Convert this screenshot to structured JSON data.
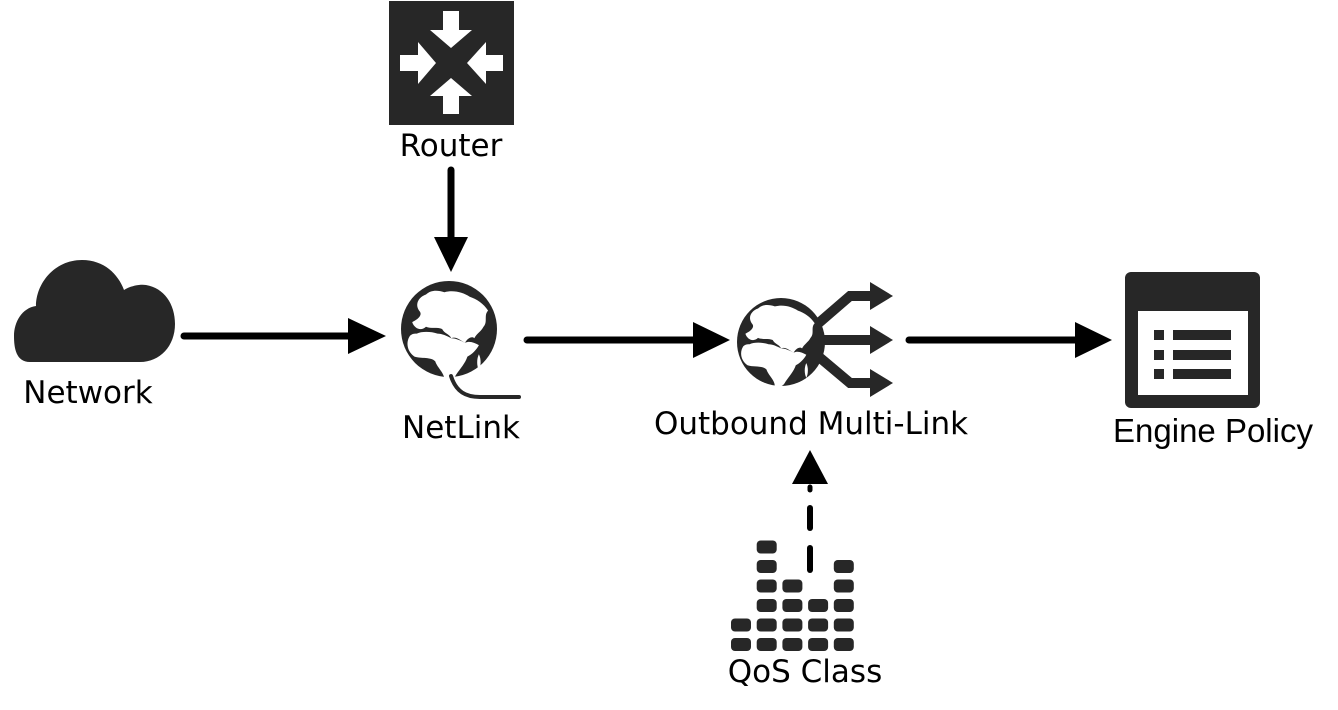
{
  "diagram": {
    "nodes": [
      {
        "id": "network",
        "label": "Network",
        "icon": "cloud-icon"
      },
      {
        "id": "router",
        "label": "Router",
        "icon": "router-icon"
      },
      {
        "id": "netlink",
        "label": "NetLink",
        "icon": "globe-link-icon"
      },
      {
        "id": "multilink",
        "label": "Outbound Multi-Link",
        "icon": "globe-multi-arrow-icon"
      },
      {
        "id": "engine_policy",
        "label": "Engine Policy",
        "icon": "policy-list-icon"
      },
      {
        "id": "qos",
        "label": "QoS Class",
        "icon": "equalizer-bars-icon"
      }
    ],
    "edges": [
      {
        "from": "network",
        "to": "netlink",
        "style": "solid"
      },
      {
        "from": "router",
        "to": "netlink",
        "style": "solid"
      },
      {
        "from": "netlink",
        "to": "multilink",
        "style": "solid"
      },
      {
        "from": "multilink",
        "to": "engine_policy",
        "style": "solid"
      },
      {
        "from": "qos",
        "to": "multilink",
        "style": "dashed"
      }
    ],
    "qos_bar_levels": [
      2,
      6,
      4,
      3,
      5
    ],
    "colors": {
      "icon": "#272727",
      "arrow": "#000000",
      "background": "#ffffff"
    }
  }
}
